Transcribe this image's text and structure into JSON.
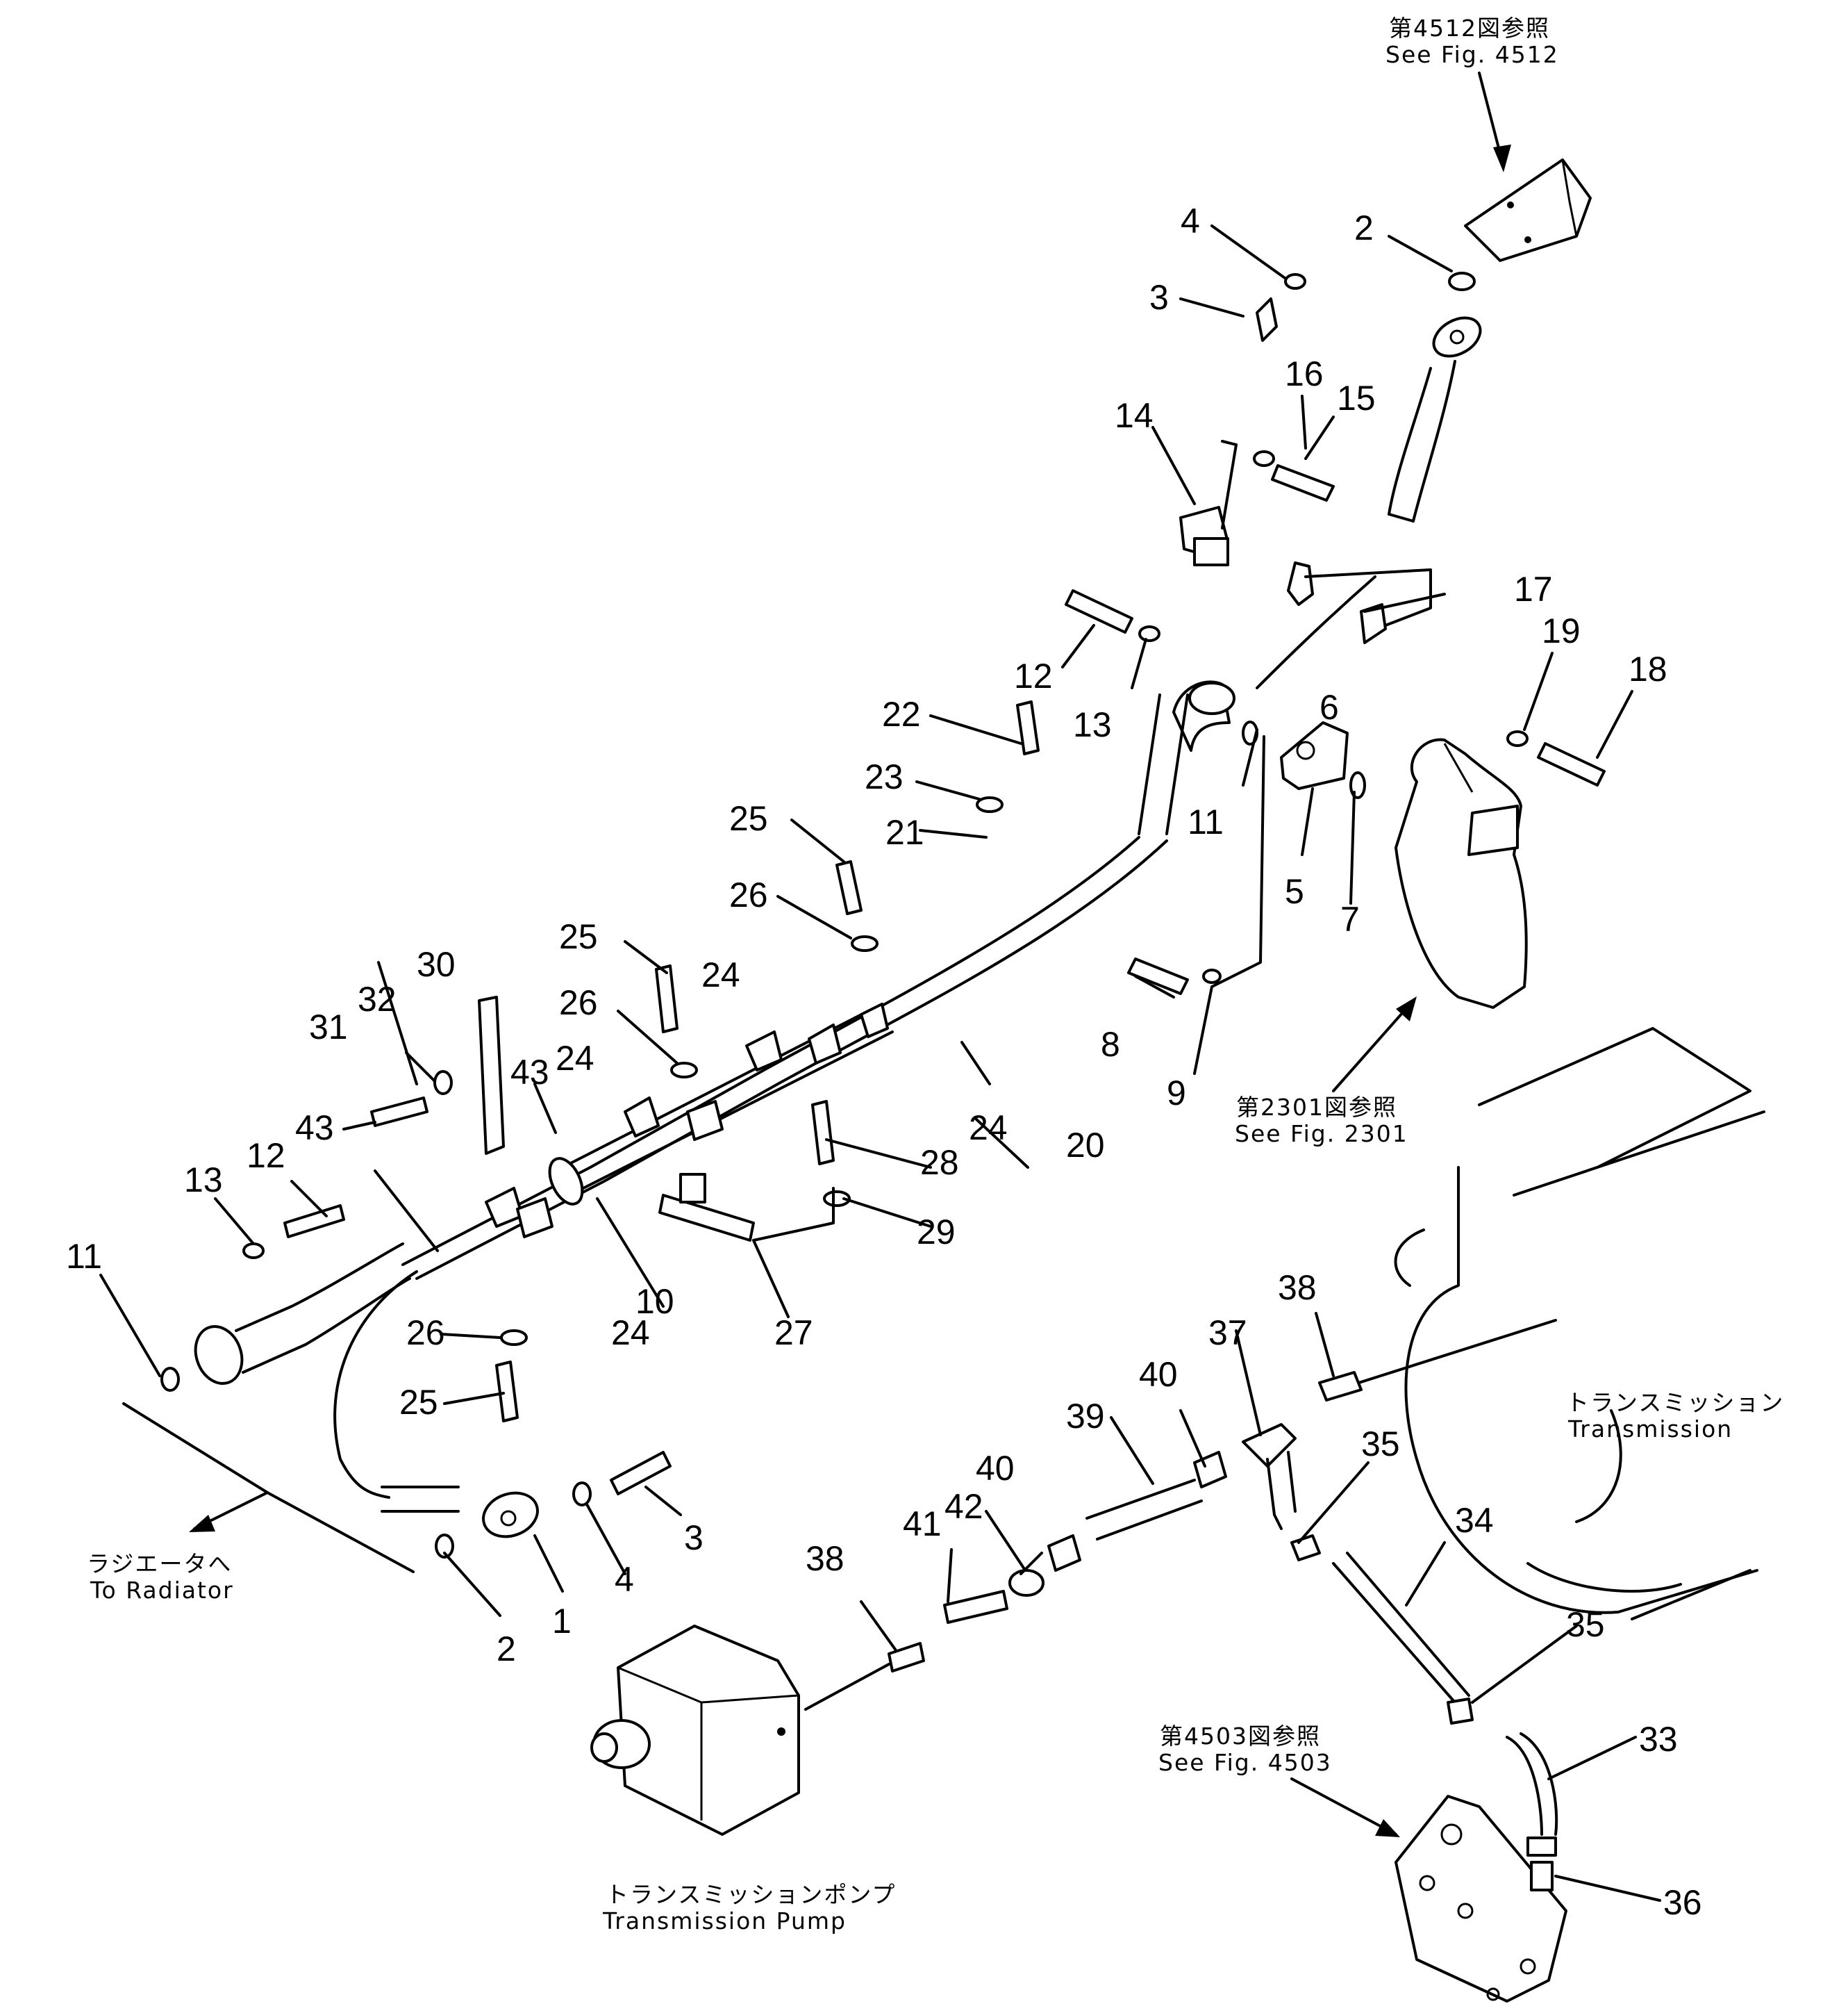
{
  "references": {
    "fig4512_jp": "第4512図参照",
    "fig4512_en": "See Fig. 4512",
    "fig2301_jp": "第2301図参照",
    "fig2301_en": "See Fig. 2301",
    "fig4503_jp": "第4503図参照",
    "fig4503_en": "See Fig. 4503"
  },
  "destinations": {
    "radiator_jp": "ラジエータへ",
    "radiator_en": "To Radiator",
    "transmission_jp": "トランスミッション",
    "transmission_en": "Transmission",
    "pump_jp": "トランスミッションポンプ",
    "pump_en": "Transmission Pump"
  },
  "callouts": [
    "1",
    "2",
    "3",
    "4",
    "5",
    "6",
    "7",
    "8",
    "9",
    "10",
    "11",
    "12",
    "13",
    "14",
    "15",
    "16",
    "17",
    "18",
    "19",
    "20",
    "21",
    "22",
    "23",
    "24",
    "25",
    "26",
    "27",
    "28",
    "29",
    "30",
    "31",
    "32",
    "33",
    "34",
    "35",
    "36",
    "37",
    "38",
    "39",
    "40",
    "41",
    "42",
    "43"
  ]
}
